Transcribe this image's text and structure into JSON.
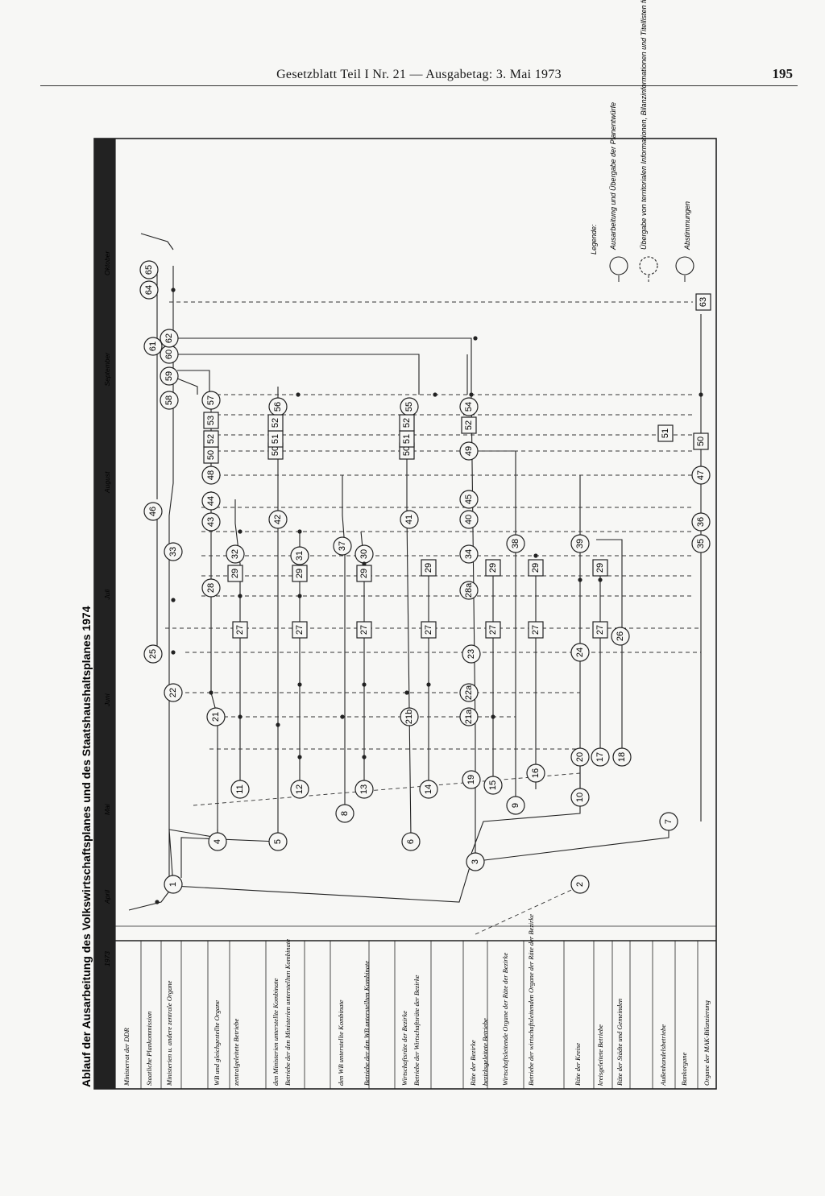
{
  "header": {
    "title": "Gesetzblatt Teil I Nr. 21 — Ausgabetag: 3. Mai 1973",
    "page_number": "195"
  },
  "chart": {
    "title": "Ablauf der Ausarbeitung des Volkswirtschaftsplanes und des Staatshaushaltsplanes 1974",
    "year": "1973",
    "months": [
      "April",
      "Mai",
      "Juni",
      "Juli",
      "August",
      "September",
      "Oktober"
    ],
    "rows": [
      "Ministerrat der DDR",
      "Staatliche Plankommission",
      "Ministerien u. andere zentrale Organe",
      "WB und gleichgestellte Organe",
      "zentralgeleitete Betriebe",
      "den Ministerien unterstellte Kombinate",
      "Betriebe der den Ministerien unterstellten Kombinate",
      "den WB unterstellte Kombinate",
      "Betriebe der den WB unterstellten Kombinate",
      "Wirtschaftsräte der Bezirke",
      "Betriebe der Wirtschaftsräte der Bezirke",
      "Räte der Bezirke",
      "bezirksgeleitete Betriebe",
      "Wirtschaftsleitende Organe der Räte der Bezirke",
      "Betriebe der wirtschaftsleitenden Organe der Räte der Bezirke",
      "Räte der Kreise",
      "kreisgeleitete Betriebe",
      "Räte der Städte und Gemeinden",
      "Außenhandelsbetriebe",
      "Bankorgane",
      "Organe der MAK-Bilanzierung"
    ],
    "legend": {
      "title": "Legende:",
      "items": [
        "Ausarbeitung und Übergabe der Planentwürfe",
        "Übergabe von territorialen Informationen, Bilanzinformationen und Titellisten für Investitionen",
        "Abstimmungen"
      ]
    }
  }
}
